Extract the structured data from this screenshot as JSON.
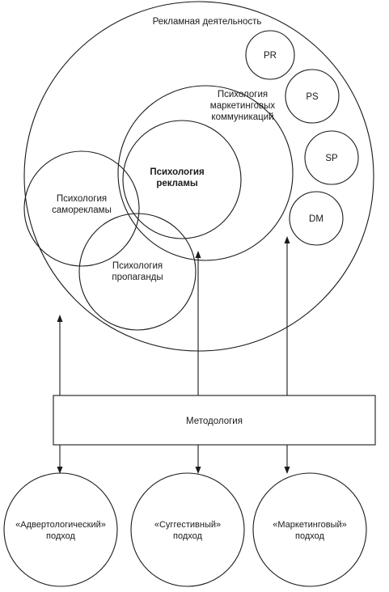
{
  "diagram": {
    "outer_circle_title": "Рекламная деятельность",
    "marketing_comm": {
      "line1": "Психология",
      "line2": "маркетинговых",
      "line3": "коммуникаций"
    },
    "advertising_psych": {
      "line1": "Психология",
      "line2": "рекламы"
    },
    "self_advertising_psych": {
      "line1": "Психология",
      "line2": "саморекламы"
    },
    "propaganda_psych": {
      "line1": "Психология",
      "line2": "пропаганды"
    },
    "small_circles": [
      "PR",
      "PS",
      "SP",
      "DM"
    ],
    "methodology_label": "Методология",
    "approaches": [
      {
        "line1": "«Адвертологический»",
        "line2": "подход"
      },
      {
        "line1": "«Суггестивный»",
        "line2": "подход"
      },
      {
        "line1": "«Маркетинговый»",
        "line2": "подход"
      }
    ]
  }
}
